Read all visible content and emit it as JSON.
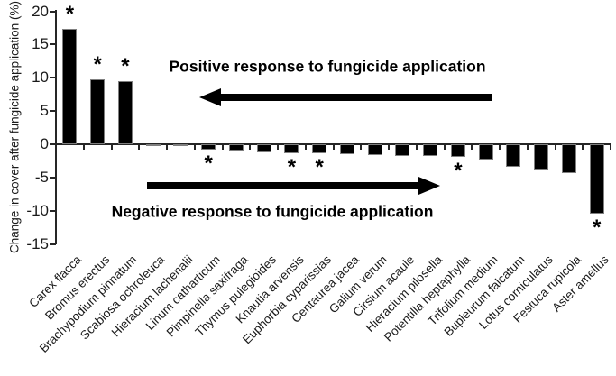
{
  "chart_data": {
    "type": "bar",
    "title": "",
    "xlabel": "",
    "ylabel": "Change in cover after fungicide application (%)",
    "ylim": [
      -15,
      20
    ],
    "yticks": [
      20,
      15,
      10,
      5,
      0,
      -5,
      -10,
      -15
    ],
    "grid": false,
    "bar_color": "#000000",
    "significance_symbol": "*",
    "categories": [
      "Carex flacca",
      "Bromus erectus",
      "Brachypodium pinnatum",
      "Scabiosa ochroleuca",
      "Hieracium lachenalii",
      "Linum catharticum",
      "Pimpinella saxifraga",
      "Thymus pulegioides",
      "Knautia arvensis",
      "Euphorbia cyparissias",
      "Centaurea jacea",
      "Galium verum",
      "Cirsium acaule",
      "Hieracium pilosella",
      "Potentilla heptaphylla",
      "Trifolium medium",
      "Bupleurum falcatum",
      "Lotus corniculatus",
      "Festuca rupicola",
      "Aster amellus"
    ],
    "values": [
      17.4,
      9.8,
      9.5,
      -0.1,
      -0.3,
      -0.8,
      -1.0,
      -1.2,
      -1.3,
      -1.4,
      -1.5,
      -1.6,
      -1.7,
      -1.8,
      -1.9,
      -2.3,
      -3.4,
      -3.8,
      -4.3,
      -10.5
    ],
    "significant": [
      true,
      true,
      true,
      false,
      false,
      true,
      false,
      false,
      true,
      true,
      false,
      false,
      false,
      false,
      true,
      false,
      false,
      false,
      false,
      true
    ],
    "annotations": [
      {
        "text": "Positive response to fungicide application",
        "arrow_direction": "left"
      },
      {
        "text": "Negative response to fungicide application",
        "arrow_direction": "right"
      }
    ]
  }
}
